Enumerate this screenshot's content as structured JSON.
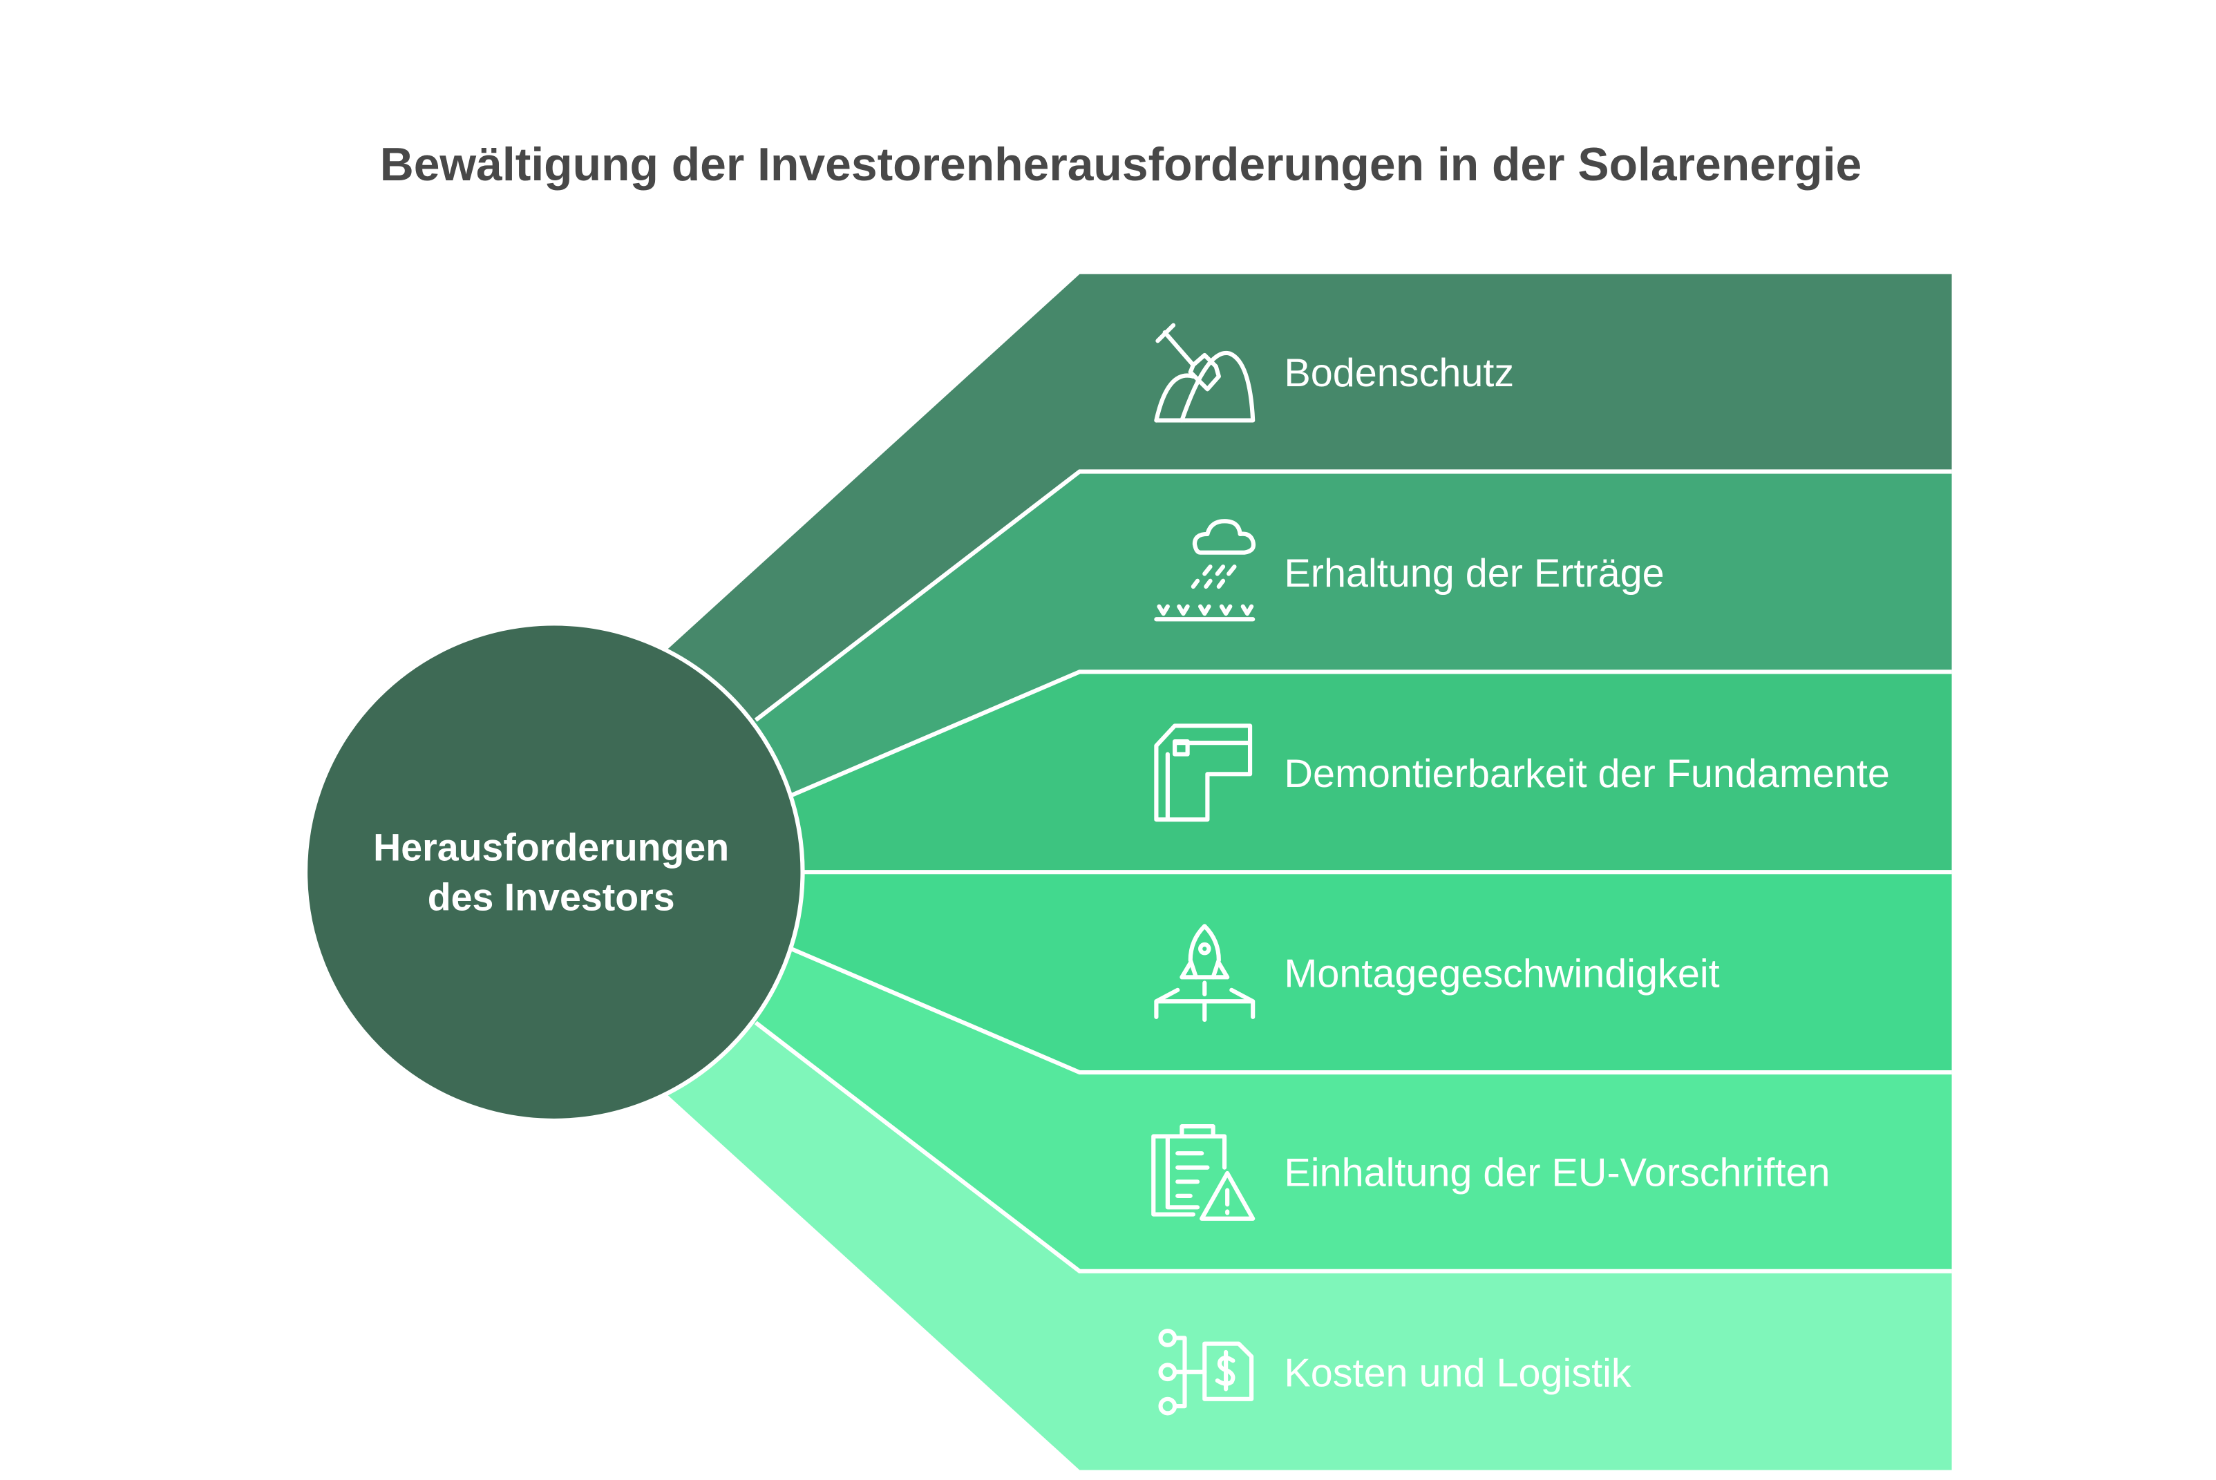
{
  "title": "Bewältigung der Investorenherausforderungen in der Solarenergie",
  "center": {
    "line1": "Herausforderungen",
    "line2": "des Investors",
    "color": "#3E6A55"
  },
  "items": [
    {
      "label": "Bodenschutz",
      "icon": "shovel-soil-icon",
      "color": "#46886A"
    },
    {
      "label": "Erhaltung der Erträge",
      "icon": "rain-cloud-crops-icon",
      "color": "#42A979"
    },
    {
      "label": "Demontierbarkeit der Fundamente",
      "icon": "foundation-icon",
      "color": "#3DC480"
    },
    {
      "label": "Montagegeschwindigkeit",
      "icon": "rocket-launch-icon",
      "color": "#42D98E"
    },
    {
      "label": "Einhaltung der EU-Vorschriften",
      "icon": "clipboard-warning-icon",
      "color": "#55E89D"
    },
    {
      "label": "Kosten und Logistik",
      "icon": "cost-logistics-icon",
      "color": "#7FF6BA"
    }
  ]
}
